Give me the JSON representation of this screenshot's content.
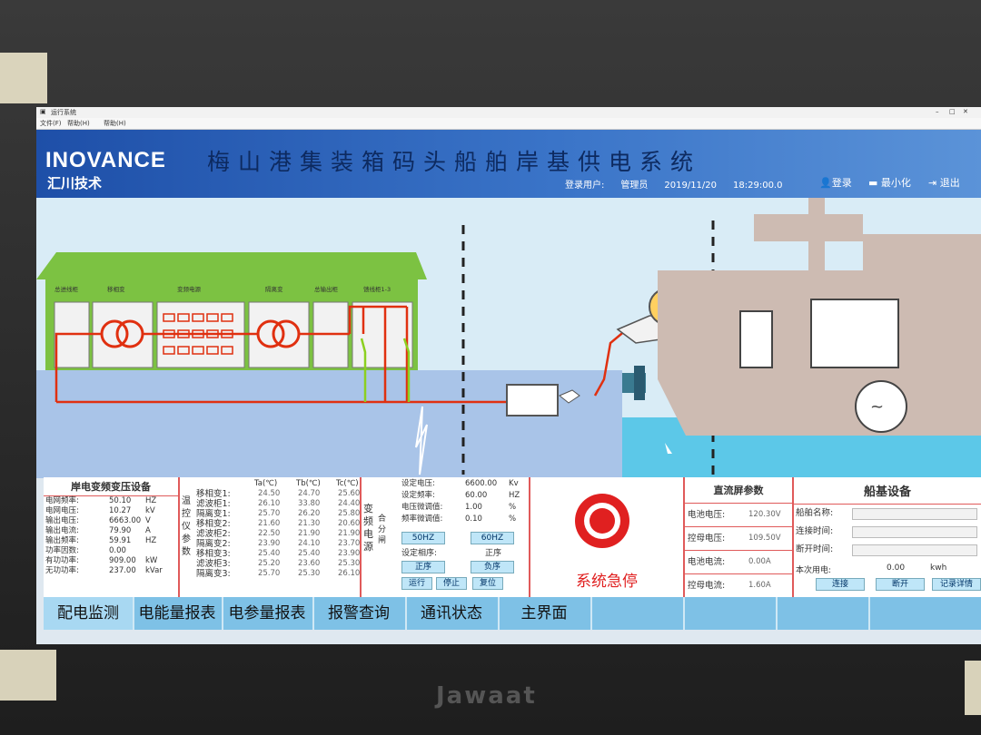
{
  "window": {
    "title": "运行系统",
    "menu": [
      "文件(F)",
      "帮助(H)",
      "帮助(H)"
    ]
  },
  "header": {
    "logo_text": "INOVANCE",
    "logo_cn": "汇川技术",
    "title": "梅山港集装箱码头船舶岸基供电系统",
    "user_label": "登录用户:",
    "user": "管理员",
    "date": "2019/11/20",
    "time": "18:29:00.0",
    "login": "登录",
    "minimize": "最小化",
    "exit": "退出"
  },
  "building": {
    "labels": [
      "总进线柜",
      "移相变",
      "变频电源",
      "隔离变",
      "总输出柜",
      "馈线柜1-3"
    ]
  },
  "shore_panel": {
    "title": "岸电变频变压设备",
    "rows": [
      {
        "label": "电网频率:",
        "value": "50.10",
        "unit": "HZ"
      },
      {
        "label": "电网电压:",
        "value": "10.27",
        "unit": "kV"
      },
      {
        "label": "输出电压:",
        "value": "6663.00",
        "unit": "V"
      },
      {
        "label": "输出电流:",
        "value": "79.90",
        "unit": "A"
      },
      {
        "label": "输出频率:",
        "value": "59.91",
        "unit": "HZ"
      },
      {
        "label": "功率因数:",
        "value": "0.00",
        "unit": ""
      },
      {
        "label": "有功功率:",
        "value": "909.00",
        "unit": "kW"
      },
      {
        "label": "无功功率:",
        "value": "237.00",
        "unit": "kVar"
      }
    ]
  },
  "temp_panel": {
    "side_label": "温控仪参数",
    "headers": [
      "Ta(℃)",
      "Tb(℃)",
      "Tc(℃)"
    ],
    "rows": [
      {
        "label": "移相变1:",
        "values": [
          "24.50",
          "24.70",
          "25.60"
        ]
      },
      {
        "label": "滤波柜1:",
        "values": [
          "26.10",
          "33.80",
          "24.40"
        ]
      },
      {
        "label": "隔离变1:",
        "values": [
          "25.70",
          "26.20",
          "25.80"
        ]
      },
      {
        "label": "移相变2:",
        "values": [
          "21.60",
          "21.30",
          "20.60"
        ]
      },
      {
        "label": "滤波柜2:",
        "values": [
          "22.50",
          "21.90",
          "21.90"
        ]
      },
      {
        "label": "隔离变2:",
        "values": [
          "23.90",
          "24.10",
          "23.70"
        ]
      },
      {
        "label": "移相变3:",
        "values": [
          "25.40",
          "25.40",
          "23.90"
        ]
      },
      {
        "label": "滤波柜3:",
        "values": [
          "25.20",
          "23.60",
          "25.30"
        ]
      },
      {
        "label": "隔离变3:",
        "values": [
          "25.70",
          "25.30",
          "26.10"
        ]
      }
    ]
  },
  "vfd_panel": {
    "side_label": "变频电源",
    "side_label2": "合分闸",
    "rows": [
      {
        "label": "设定电压:",
        "value": "6600.00",
        "unit": "Kv"
      },
      {
        "label": "设定频率:",
        "value": "60.00",
        "unit": "HZ"
      },
      {
        "label": "电压微调值:",
        "value": "1.00",
        "unit": "%"
      },
      {
        "label": "频率微调值:",
        "value": "0.10",
        "unit": "%"
      }
    ],
    "btn_50": "50HZ",
    "btn_60": "60HZ",
    "phase_label": "设定相序:",
    "phase_value": "正序",
    "btn_pos": "正序",
    "btn_neg": "负序",
    "btn_run": "运行",
    "btn_stop": "停止",
    "btn_reset": "复位"
  },
  "estop": {
    "label": "系统急停",
    "color": "#e02020"
  },
  "dc_panel": {
    "title": "直流屏参数",
    "rows": [
      {
        "label": "电池电压:",
        "value": "120.30V"
      },
      {
        "label": "控母电压:",
        "value": "109.50V"
      },
      {
        "label": "电池电流:",
        "value": "0.00A"
      },
      {
        "label": "控母电流:",
        "value": "1.60A"
      }
    ]
  },
  "ship_panel": {
    "title": "船基设备",
    "fields": [
      {
        "label": "船舶名称:",
        "value": ""
      },
      {
        "label": "连接时间:",
        "value": ""
      },
      {
        "label": "断开时间:",
        "value": ""
      }
    ],
    "energy_label": "本次用电:",
    "energy_value": "0.00",
    "energy_unit": "kwh",
    "btn_connect": "连接",
    "btn_disconnect": "断开",
    "btn_record": "记录详情"
  },
  "tabs": [
    "配电监测",
    "电能量报表",
    "电参量报表",
    "报警查询",
    "通讯状态",
    "主界面"
  ],
  "colors": {
    "accent": "#1e4fa8",
    "live_line": "#e03010",
    "ground_line": "#8cd020",
    "building": "#7cc242"
  },
  "bezel_brand": "Jawaat"
}
